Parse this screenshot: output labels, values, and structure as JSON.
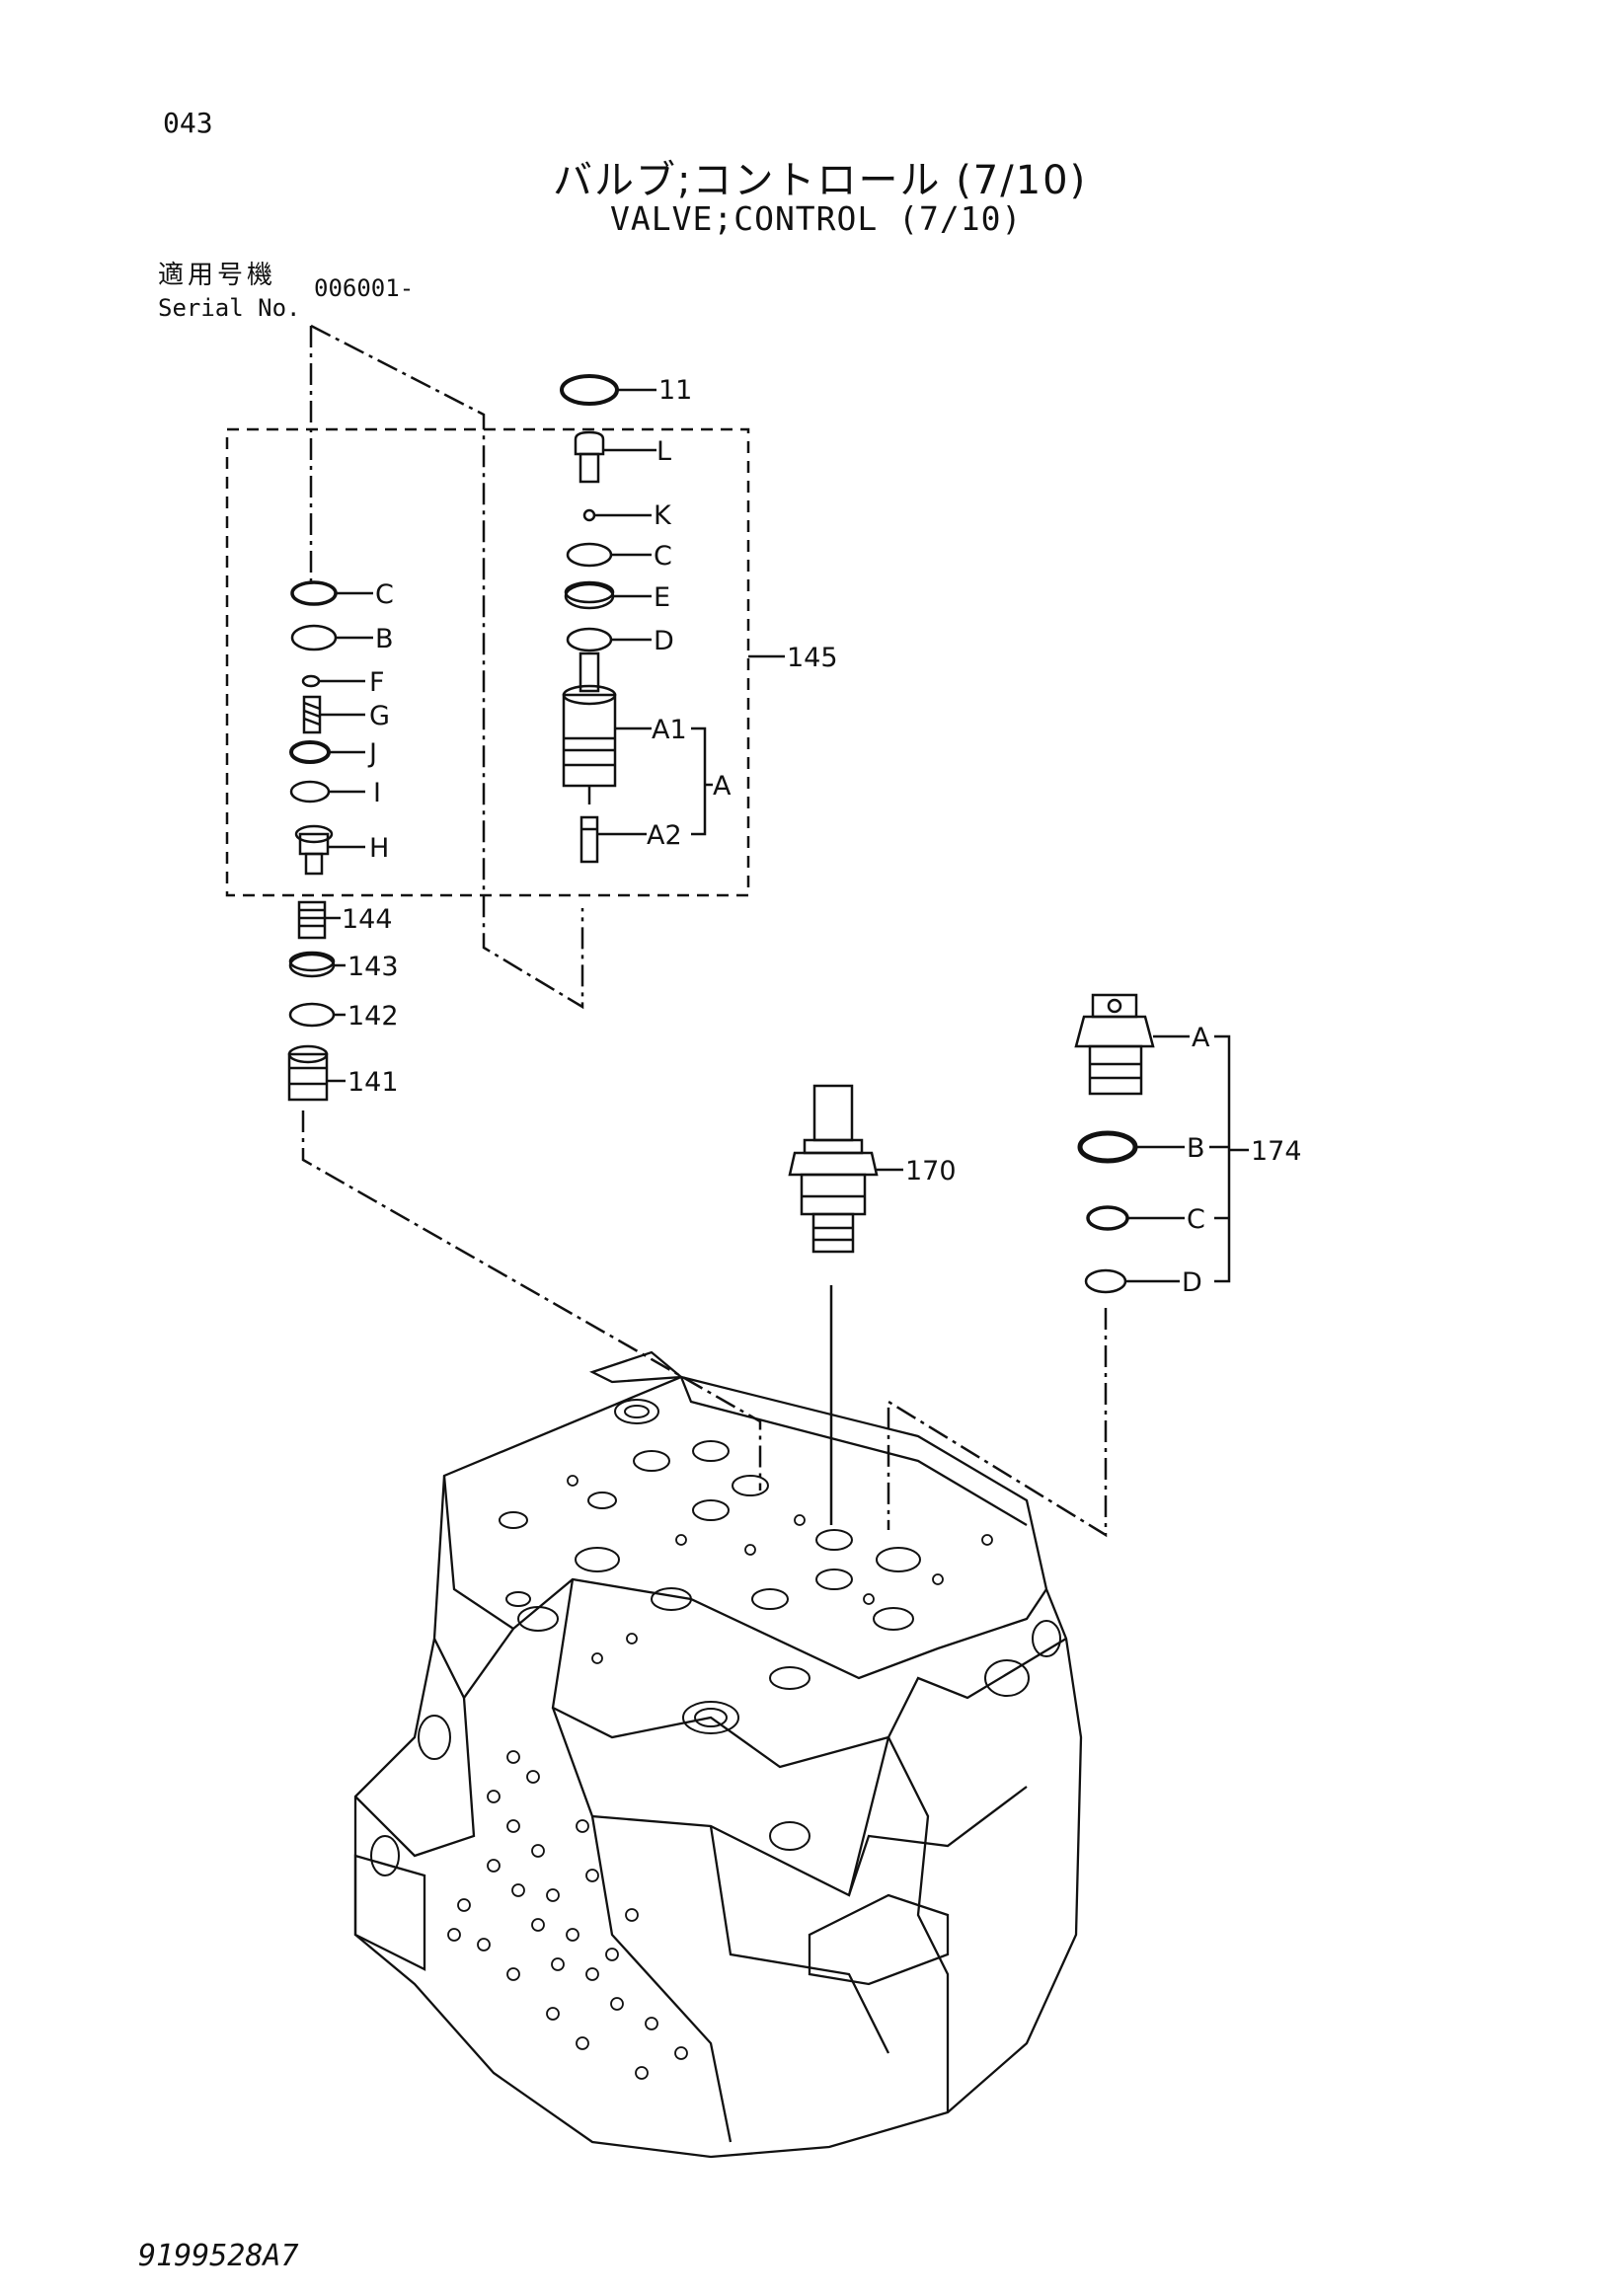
{
  "page_number": "043",
  "title_jp": "バルブ;コントロール (7/10)",
  "title_en": "VALVE;CONTROL (7/10)",
  "serial_label_jp": "適用号機",
  "serial_label_en": "Serial No.",
  "serial_value": "006001-",
  "drawing_number": "9199528A7",
  "callouts": {
    "c11": "11",
    "cL": "L",
    "cK": "K",
    "cC1": "C",
    "cE": "E",
    "cD1": "D",
    "cA1": "A1",
    "cA2": "A2",
    "cA": "A",
    "c145": "145",
    "cC2": "C",
    "cB2": "B",
    "cF": "F",
    "cG": "G",
    "cJ": "J",
    "cI": "I",
    "cH": "H",
    "c144": "144",
    "c143": "143",
    "c142": "142",
    "c141": "141",
    "c170": "170",
    "cA3": "A",
    "cB3": "B",
    "cC3": "C",
    "cD3": "D",
    "c174": "174"
  }
}
